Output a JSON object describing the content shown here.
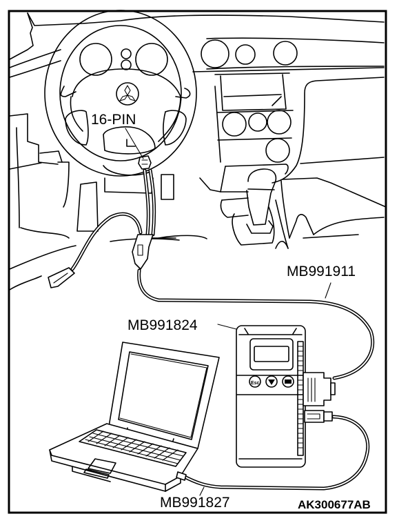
{
  "figure": {
    "type": "service-manual-connection-diagram",
    "labels": {
      "connector": "16-PIN",
      "harness_cable": "MB991911",
      "interface_unit": "MB991824",
      "usb_cable": "MB991827"
    },
    "figure_code": "AK300677AB",
    "components": [
      {
        "id": "steering-wheel",
        "name": "Steering wheel with emblem"
      },
      {
        "id": "diagnosis-connector",
        "name": "16-pin diagnosis connector",
        "label_ref": "connector"
      },
      {
        "id": "harness-cable",
        "name": "Main harness cable",
        "label_ref": "harness_cable"
      },
      {
        "id": "interface-unit",
        "name": "Vehicle communication interface",
        "label_ref": "interface_unit"
      },
      {
        "id": "usb-cable",
        "name": "USB cable",
        "label_ref": "usb_cable"
      },
      {
        "id": "laptop",
        "name": "Personal computer"
      }
    ],
    "connections": [
      [
        "diagnosis-connector",
        "harness-cable"
      ],
      [
        "harness-cable",
        "interface-unit"
      ],
      [
        "interface-unit",
        "usb-cable"
      ],
      [
        "usb-cable",
        "laptop"
      ]
    ]
  }
}
